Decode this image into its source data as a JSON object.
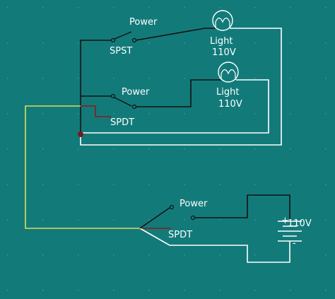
{
  "colors": {
    "background": "#137a7a",
    "wire_black": "#111111",
    "wire_white": "#ffffff",
    "wire_red": "#8b1a1a",
    "wire_yellow": "#d8e05a",
    "grid_dot": "#2ea0a0"
  },
  "top_switch": {
    "type": "SPST",
    "title": "Power"
  },
  "top_lamp": {
    "title": "Light",
    "voltage": "110V"
  },
  "middle_switch": {
    "type": "SPDT",
    "title": "Power"
  },
  "middle_lamp": {
    "title": "Light",
    "voltage": "110V"
  },
  "bottom_switch": {
    "type": "SPDT",
    "title": "Power"
  },
  "source": {
    "voltage": "110V",
    "plus": "+",
    "minus": "-"
  }
}
